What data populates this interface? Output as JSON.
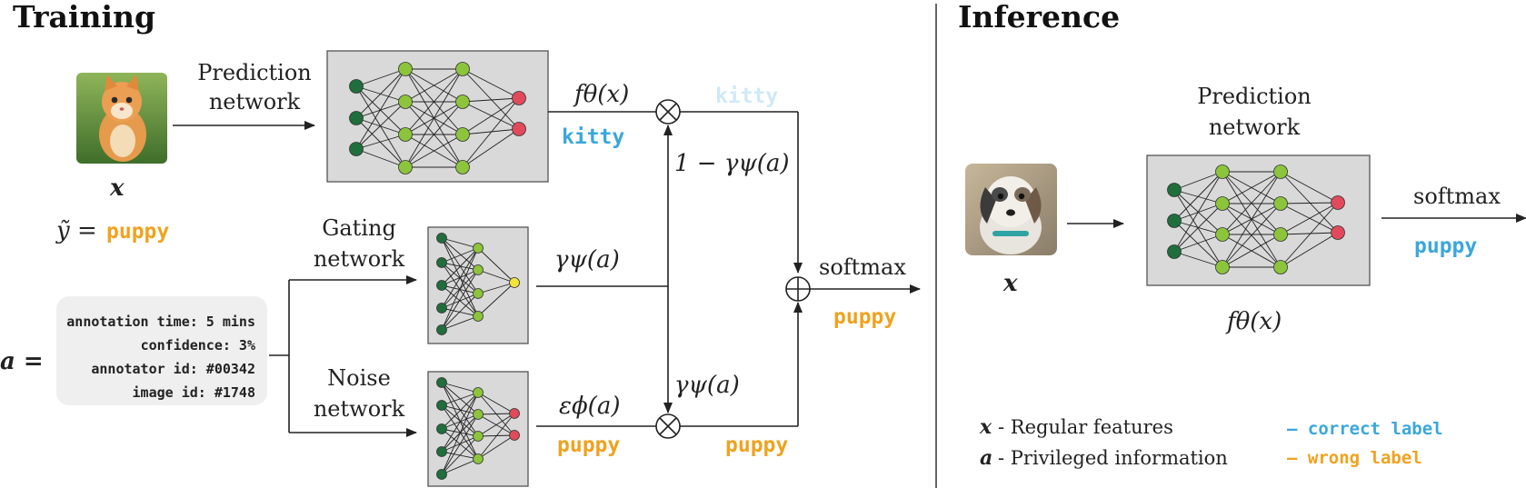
{
  "colors": {
    "correct": "#3aa7dc",
    "wrong": "#f0a21e",
    "faded": "#cfe9f6",
    "node_input": "#1f6e3c",
    "node_hidden": "#8cc43c",
    "node_output": "#e04a5a",
    "node_gate": "#f4e43a",
    "box_fill": "#d9d9d9"
  },
  "training": {
    "title": "Training",
    "input_var": "x",
    "noisy_label_prefix": "ỹ =",
    "noisy_label_value": "puppy",
    "prediction_network_line1": "Prediction",
    "prediction_network_line2": "network",
    "gating_network_line1": "Gating",
    "gating_network_line2": "network",
    "noise_network_line1": "Noise",
    "noise_network_line2": "network",
    "pi_var": "a =",
    "pi_lines": [
      "annotation time: 5 mins",
      "confidence: 3%",
      "annotator id: #00342",
      "image id: #1748"
    ],
    "f_theta": "fθ(x)",
    "f_theta_output": "kitty",
    "faded_output": "kitty",
    "one_minus_gamma": "1 − γψ(a)",
    "gamma_top": "γψ(a)",
    "gamma_bottom": "γψ(a)",
    "epsilon_phi": "εϕ(a)",
    "noise_output": "puppy",
    "mix_output": "puppy",
    "softmax": "softmax",
    "final_output": "puppy"
  },
  "inference": {
    "title": "Inference",
    "network_line1": "Prediction",
    "network_line2": "network",
    "input_var": "x",
    "f_theta": "fθ(x)",
    "softmax": "softmax",
    "output": "puppy"
  },
  "legend": {
    "x_sym": "x",
    "x_desc": "- Regular features",
    "a_sym": "a",
    "a_desc": "- Privileged information",
    "correct": "— correct label",
    "wrong": "— wrong label"
  },
  "icons": [
    "kitten-photo",
    "puppy-photo",
    "multiply-icon",
    "plus-icon"
  ]
}
